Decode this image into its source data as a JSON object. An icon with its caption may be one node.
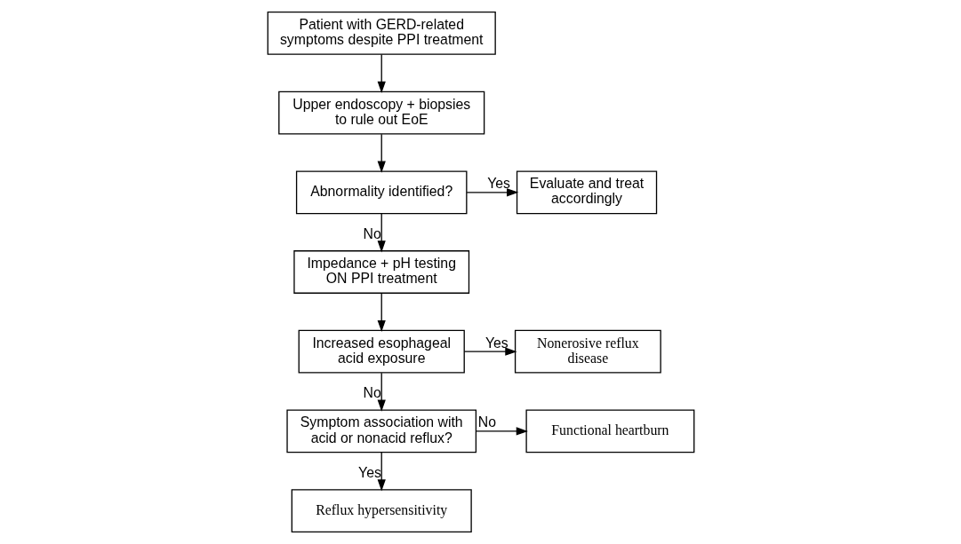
{
  "diagram": {
    "nodes": [
      {
        "text": [
          "Patient with GERD-related symptoms despite PPI treatment"
        ]
      },
      {
        "text": [
          "Upper endoscopy + biopsies to rule out EoE"
        ]
      },
      {
        "text": [
          "Abnormality identified?"
        ]
      },
      {
        "text": [
          "Evaluate and treat accordingly"
        ]
      },
      {
        "text": [
          "Impedance + pH testing ON PPI treatment"
        ]
      },
      {
        "text": [
          "Nonerosive reflux disease"
        ]
      },
      {
        "text": [
          "Increased esophageal acid exposure"
        ]
      },
      {
        "text": [
          "Symptom association with acid or nonacid reflux?"
        ]
      },
      {
        "text": [
          "Functional heartburn"
        ]
      },
      {
        "text": [
          "Reflux hypersensitivity"
        ]
      }
    ],
    "edges": [
      {
        "from": 0,
        "to": 1,
        "arrow": "to"
      },
      {
        "from": 1,
        "to": 2,
        "arrow": "to"
      },
      {
        "from": 2,
        "to": 3,
        "arrow": "to",
        "label": "Yes"
      },
      {
        "from": 2,
        "to": 4,
        "arrow": "to",
        "label": "No"
      },
      {
        "from": 4,
        "to": 6,
        "arrow": "to"
      },
      {
        "from": 6,
        "to": 5,
        "arrow": "to",
        "label": "Yes"
      },
      {
        "from": 6,
        "to": 7,
        "arrow": "to",
        "label": "No"
      },
      {
        "from": 7,
        "to": 9,
        "arrow": "to",
        "label": "Yes"
      },
      {
        "from": 7,
        "to": 8,
        "arrow": "to",
        "label": "No"
      }
    ]
  }
}
